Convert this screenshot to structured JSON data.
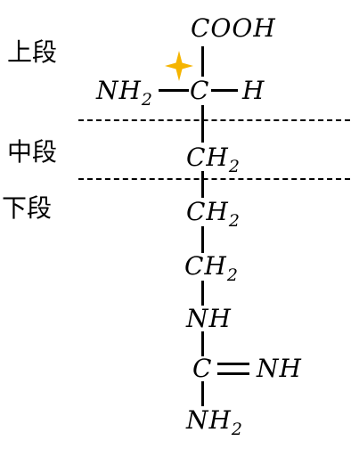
{
  "zones": {
    "upper": "上段",
    "middle": "中段",
    "lower": "下段"
  },
  "molecule": {
    "carboxyl": "COOH",
    "alpha_carbon": "C",
    "amino_left": {
      "base": "NH",
      "sub": "2"
    },
    "hydrogen": "H",
    "ch2_1": {
      "base": "CH",
      "sub": "2"
    },
    "ch2_2": {
      "base": "CH",
      "sub": "2"
    },
    "ch2_3": {
      "base": "CH",
      "sub": "2"
    },
    "nh": "NH",
    "guanidino_carbon": "C",
    "imine": "NH",
    "terminal_amino": {
      "base": "NH",
      "sub": "2"
    }
  },
  "colors": {
    "star": "#f5b400",
    "ink": "#000000"
  },
  "icons": {
    "chiral_marker": "four-point-star-icon"
  }
}
